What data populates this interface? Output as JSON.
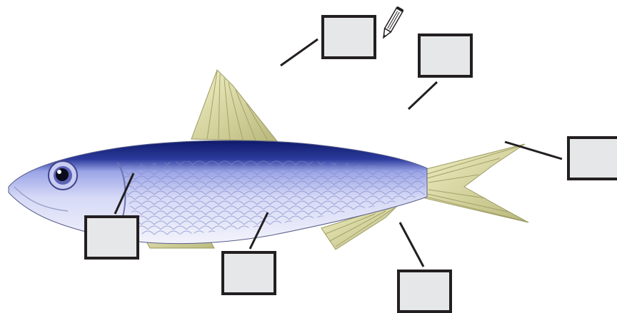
{
  "diagram": {
    "subject": "fish-anatomy",
    "label_boxes": [
      {
        "id": "top-left",
        "text": ""
      },
      {
        "id": "top-right",
        "text": ""
      },
      {
        "id": "tail",
        "text": ""
      },
      {
        "id": "anal-fin",
        "text": ""
      },
      {
        "id": "pelvic-fin",
        "text": ""
      },
      {
        "id": "head",
        "text": ""
      }
    ],
    "tool_icon": "pencil-icon",
    "colors": {
      "box_fill": "#e6e7e8",
      "box_border": "#231f20",
      "fish_back": "#1f2a86",
      "fish_body": "#c8ccf0",
      "fin": "#d8d79a"
    }
  }
}
